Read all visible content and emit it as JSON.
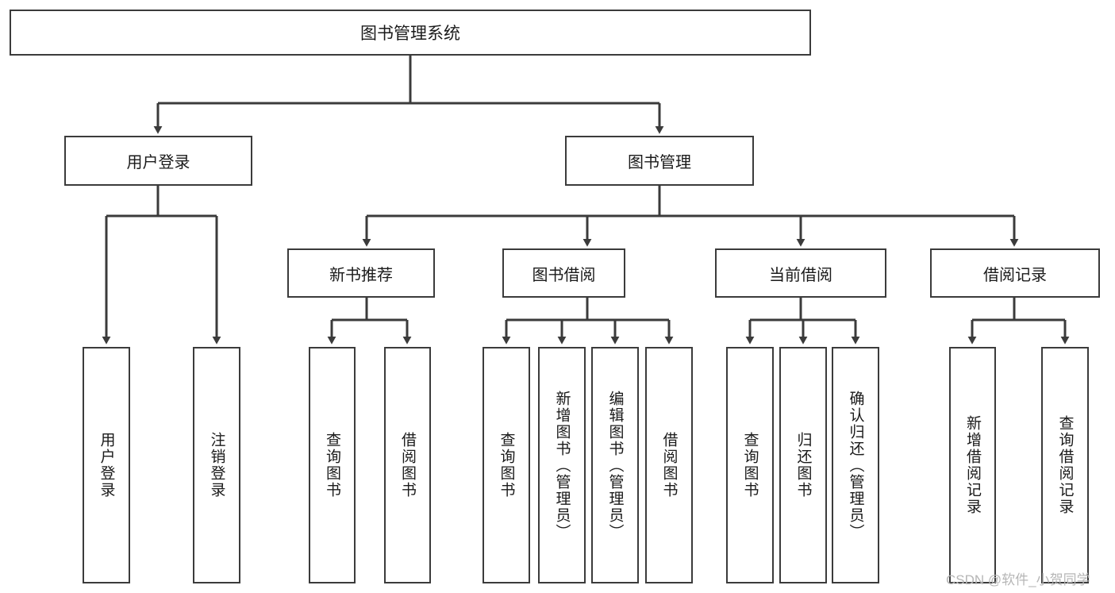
{
  "diagram": {
    "title": "图书管理系统",
    "type": "tree-hierarchy-diagram",
    "root": {
      "label": "图书管理系统"
    },
    "tier1": [
      {
        "label": "用户登录"
      },
      {
        "label": "图书管理"
      }
    ],
    "tier2": [
      {
        "label": "新书推荐"
      },
      {
        "label": "图书借阅"
      },
      {
        "label": "当前借阅"
      },
      {
        "label": "借阅记录"
      }
    ],
    "leaves": {
      "user_login": [
        {
          "label": "用户登录"
        },
        {
          "label": "注销登录"
        }
      ],
      "new_book_recommend": [
        {
          "label": "查询图书"
        },
        {
          "label": "借阅图书"
        }
      ],
      "book_borrow": [
        {
          "label": "查询图书"
        },
        {
          "label": "新增图书（管理员）"
        },
        {
          "label": "编辑图书（管理员）"
        },
        {
          "label": "借阅图书"
        }
      ],
      "current_borrow": [
        {
          "label": "查询图书"
        },
        {
          "label": "归还图书"
        },
        {
          "label": "确认归还（管理员）"
        }
      ],
      "borrow_record": [
        {
          "label": "新增借阅记录"
        },
        {
          "label": "查询借阅记录"
        }
      ]
    }
  },
  "watermark": {
    "text": "CSDN @软件_小贺同学"
  },
  "colors": {
    "border": "#3b3b3b",
    "background": "#ffffff",
    "text": "#1a1a1a",
    "watermark": "#b6b6b6"
  }
}
